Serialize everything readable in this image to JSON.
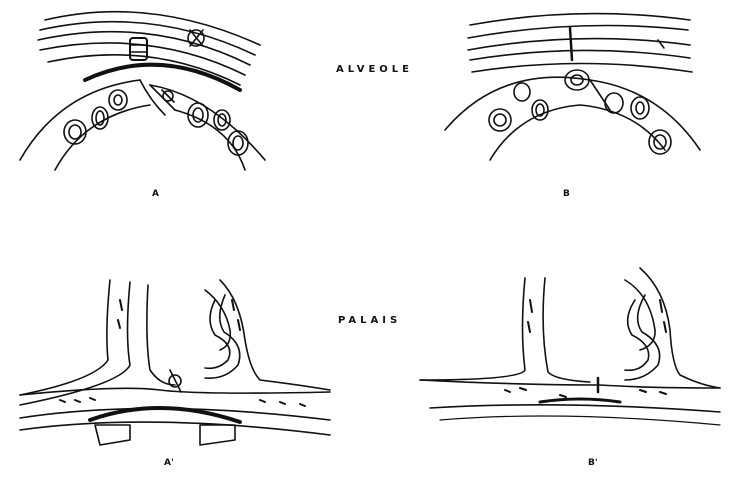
{
  "labels": {
    "alveole": "ALVEOLE",
    "palais": "PALAIS"
  },
  "panels": {
    "a": "A",
    "b": "B",
    "a_prime": "A'",
    "b_prime": "B'"
  }
}
